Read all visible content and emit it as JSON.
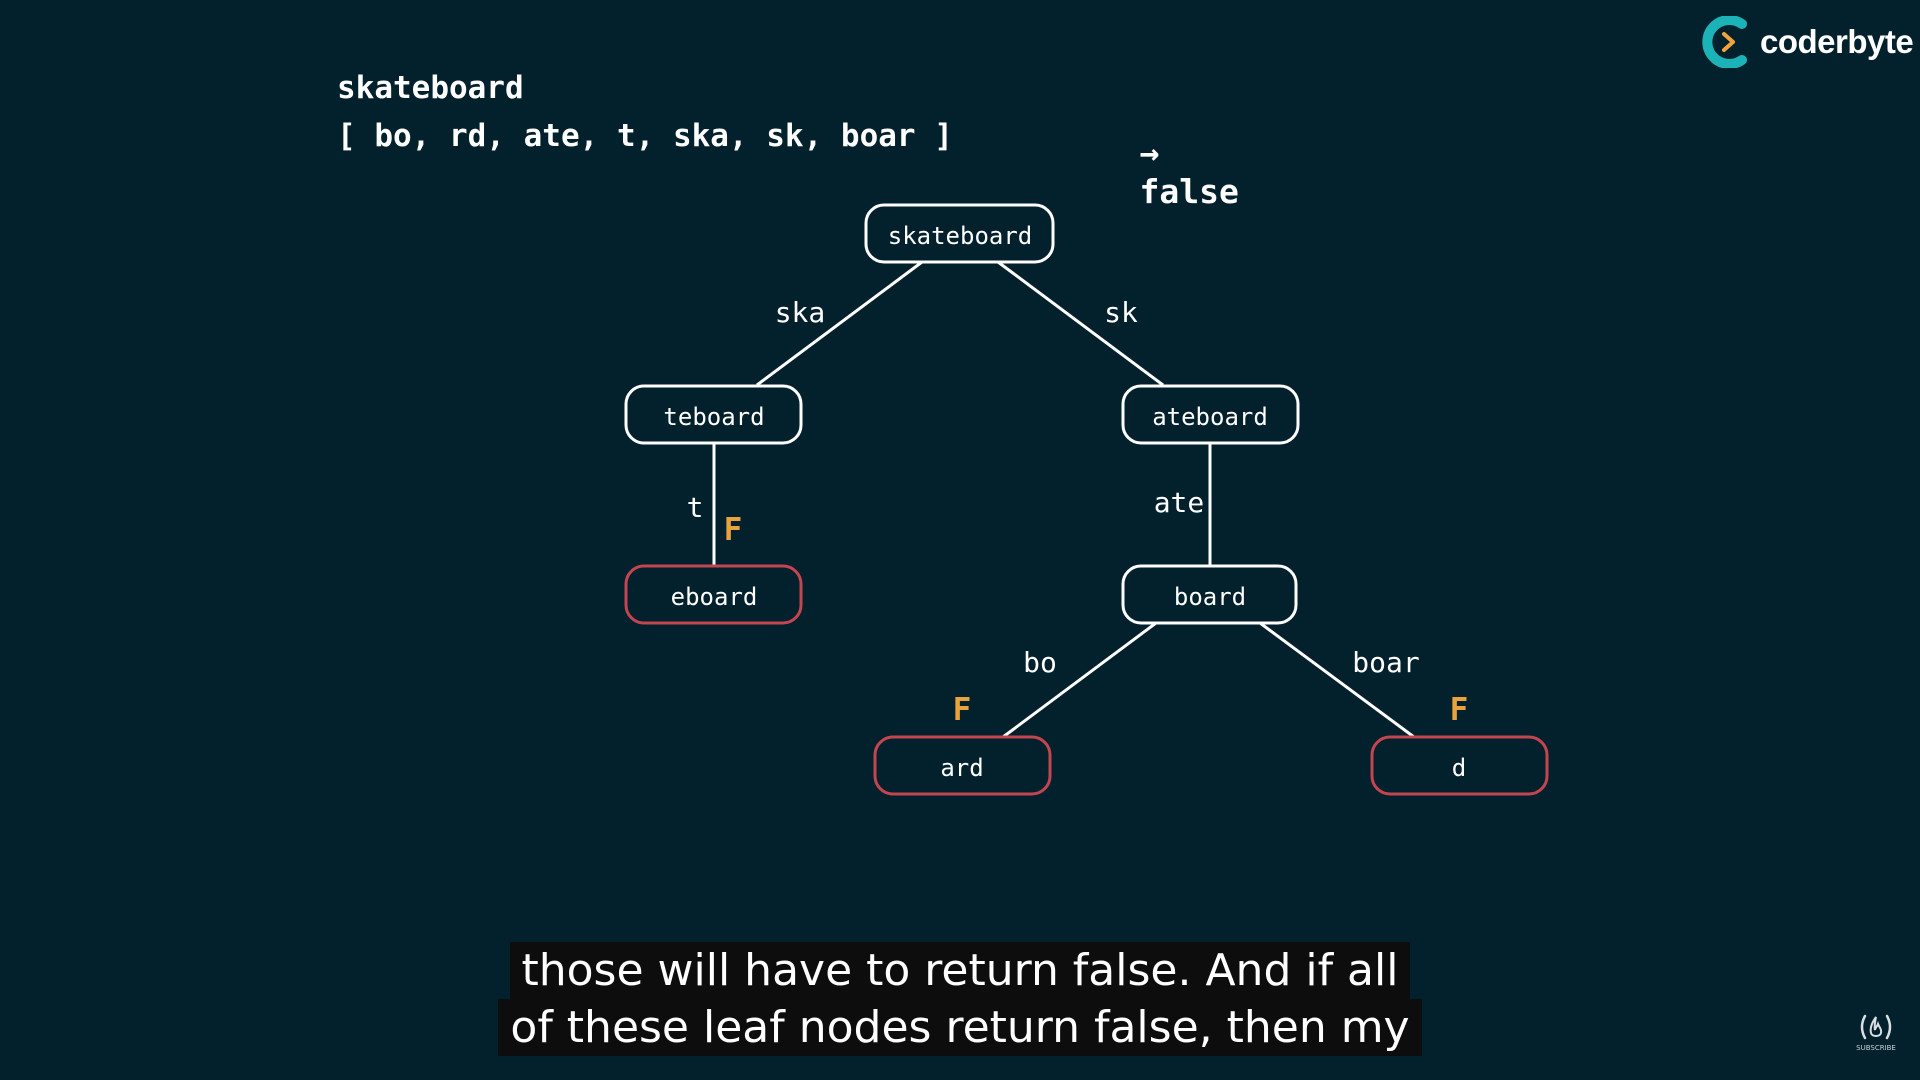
{
  "header": {
    "target": "skateboard",
    "word_bank": "[ bo, rd, ate, t, ska, sk, boar ]",
    "result_arrow": "→",
    "result": "false"
  },
  "brand": {
    "name": "coderbyte"
  },
  "tree": {
    "nodes": [
      {
        "id": "root",
        "label": "skateboard",
        "status": "normal"
      },
      {
        "id": "teboard",
        "label": "teboard",
        "status": "normal"
      },
      {
        "id": "ateboard",
        "label": "ateboard",
        "status": "normal"
      },
      {
        "id": "eboard",
        "label": "eboard",
        "status": "false"
      },
      {
        "id": "board",
        "label": "board",
        "status": "normal"
      },
      {
        "id": "ard",
        "label": "ard",
        "status": "false"
      },
      {
        "id": "d",
        "label": "d",
        "status": "false"
      }
    ],
    "edges": [
      {
        "from": "root",
        "to": "teboard",
        "label": "ska"
      },
      {
        "from": "root",
        "to": "ateboard",
        "label": "sk"
      },
      {
        "from": "teboard",
        "to": "eboard",
        "label": "t"
      },
      {
        "from": "ateboard",
        "to": "board",
        "label": "ate"
      },
      {
        "from": "board",
        "to": "ard",
        "label": "bo"
      },
      {
        "from": "board",
        "to": "d",
        "label": "boar"
      }
    ],
    "false_marker": "F",
    "colors": {
      "normal_border": "#ffffff",
      "false_border": "#c2454f",
      "marker": "#e8a33d",
      "line": "#ffffff"
    }
  },
  "captions": {
    "line1": "those will have to return false. And if all",
    "line2": "of these leaf nodes return false, then my"
  },
  "subscribe": {
    "label": "SUBSCRIBE"
  }
}
